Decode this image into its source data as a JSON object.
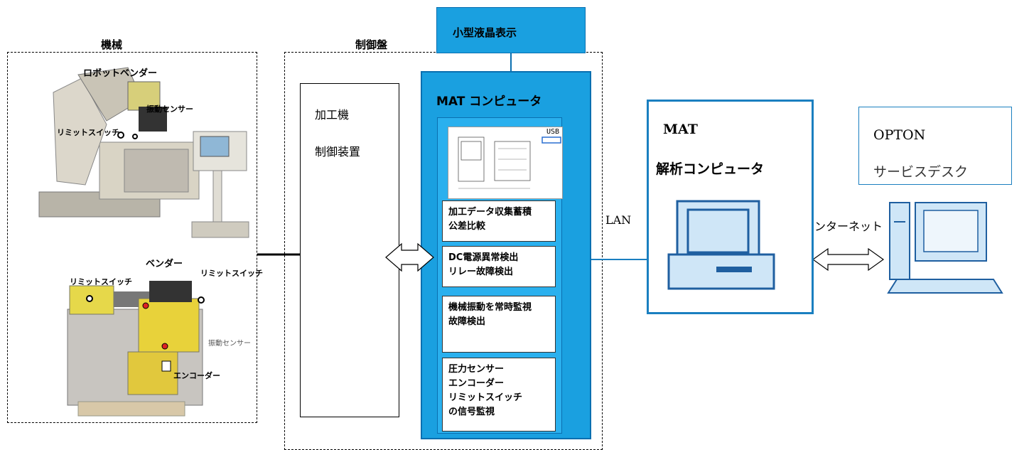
{
  "machine": {
    "title": "機械",
    "robot_bender": "ロボットベンダー",
    "vibration_sensor_1": "振動センサー",
    "limit_switch_1": "リミットスイッチ",
    "bender": "ベンダー",
    "limit_switch_2": "リミットスイッチ",
    "limit_switch_3": "リミットスイッチ",
    "vibration_sensor_2": "振動センサー",
    "encoder": "エンコーダー"
  },
  "control_panel": {
    "title": "制御盤",
    "small_lcd": "小型液晶表示",
    "controller_line1": "加工機",
    "controller_line2": "制御装置"
  },
  "mat_computer": {
    "title": "MAT コンピュータ",
    "usb": "USB",
    "func1_line1": "加工データ収集蓄積",
    "func1_line2": "公差比較",
    "func2_line1": "DC電源異常検出",
    "func2_line2": "リレー故障検出",
    "func3_line1": "機械振動を常時監視",
    "func3_line2": "故障検出",
    "func4_line1": "圧力センサー",
    "func4_line2": "エンコーダー",
    "func4_line3": "リミットスイッチ",
    "func4_line4": "の信号監視"
  },
  "network": {
    "lan": "LAN",
    "internet": "インターネット"
  },
  "analysis": {
    "line1": "MAT",
    "line2": "解析コンピュータ"
  },
  "service": {
    "line1": "OPTON",
    "line2": "サービスデスク"
  },
  "colors": {
    "panel_blue": "#1aa0e0",
    "panel_border": "#0a6fb0",
    "analysis_border": "#1a7fc0",
    "computer_fill": "#cfe6f7",
    "computer_stroke": "#1f5fa0"
  }
}
